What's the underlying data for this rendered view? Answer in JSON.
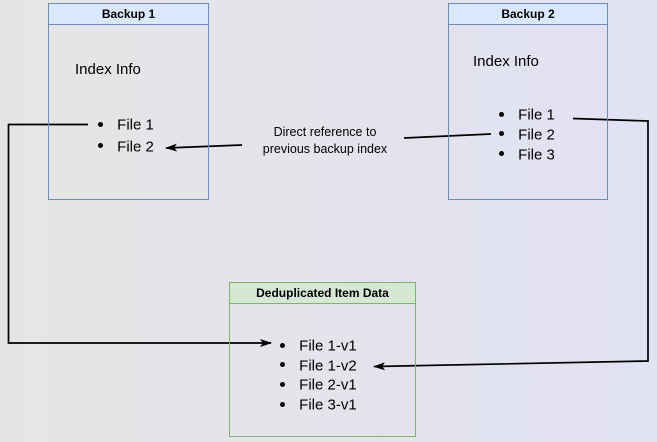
{
  "diagram": {
    "backup1": {
      "title": "Backup 1",
      "subtitle": "Index Info",
      "files": [
        "File 1",
        "File 2"
      ]
    },
    "backup2": {
      "title": "Backup 2",
      "subtitle": "Index Info",
      "files": [
        "File 1",
        "File 2",
        "File 3"
      ]
    },
    "dedup": {
      "title": "Deduplicated Item Data",
      "items": [
        "File 1-v1",
        "File 1-v2",
        "File 2-v1",
        "File 3-v1"
      ]
    },
    "edges": [
      {
        "from": "Backup 1 / File 1",
        "to": "Deduplicated Item Data / File 1-v1",
        "label": ""
      },
      {
        "from": "Backup 2 / File 1",
        "to": "Deduplicated Item Data / File 1-v2",
        "label": ""
      },
      {
        "from": "Backup 2 / File 2",
        "to": "Backup 1 / File 2",
        "label": "Direct reference to\nprevious backup index"
      }
    ]
  },
  "colors": {
    "canvas_left": "#e7e5e4",
    "canvas_right": "#e1e2f4",
    "blue_header": "#dae8fc",
    "blue_border": "#6e8cba",
    "green_header": "#d5e8d4",
    "green_border": "#82b366",
    "line": "#000000",
    "text": "#000000"
  }
}
